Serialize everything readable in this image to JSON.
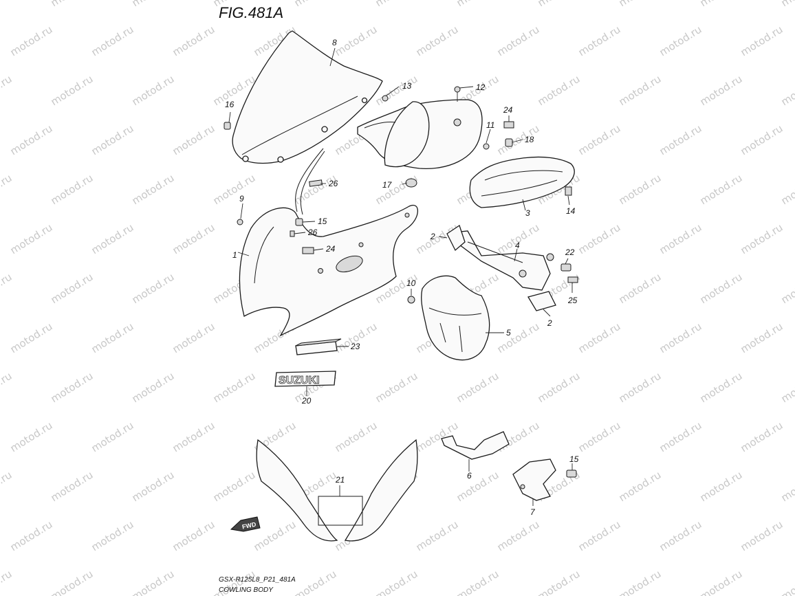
{
  "figure": {
    "title": "FIG.481A",
    "code": "GSX-R125L8_P21_481A",
    "subtitle": "COWLING BODY"
  },
  "watermark": "motod.ru",
  "brand_emblem": "SUZUKI",
  "direction_badge": "FWD",
  "callouts": [
    {
      "id": "callout-1",
      "label": "1"
    },
    {
      "id": "callout-2a",
      "label": "2"
    },
    {
      "id": "callout-2b",
      "label": "2"
    },
    {
      "id": "callout-3",
      "label": "3"
    },
    {
      "id": "callout-4",
      "label": "4"
    },
    {
      "id": "callout-5",
      "label": "5"
    },
    {
      "id": "callout-6",
      "label": "6"
    },
    {
      "id": "callout-7",
      "label": "7"
    },
    {
      "id": "callout-8",
      "label": "8"
    },
    {
      "id": "callout-9",
      "label": "9"
    },
    {
      "id": "callout-10",
      "label": "10"
    },
    {
      "id": "callout-11",
      "label": "11"
    },
    {
      "id": "callout-12",
      "label": "12"
    },
    {
      "id": "callout-13",
      "label": "13"
    },
    {
      "id": "callout-14",
      "label": "14"
    },
    {
      "id": "callout-15a",
      "label": "15"
    },
    {
      "id": "callout-15b",
      "label": "15"
    },
    {
      "id": "callout-16",
      "label": "16"
    },
    {
      "id": "callout-17",
      "label": "17"
    },
    {
      "id": "callout-18",
      "label": "18"
    },
    {
      "id": "callout-20",
      "label": "20"
    },
    {
      "id": "callout-21",
      "label": "21"
    },
    {
      "id": "callout-22",
      "label": "22"
    },
    {
      "id": "callout-23",
      "label": "23"
    },
    {
      "id": "callout-24a",
      "label": "24"
    },
    {
      "id": "callout-24b",
      "label": "24"
    },
    {
      "id": "callout-25",
      "label": "25"
    },
    {
      "id": "callout-26a",
      "label": "26"
    },
    {
      "id": "callout-26b",
      "label": "26"
    }
  ]
}
